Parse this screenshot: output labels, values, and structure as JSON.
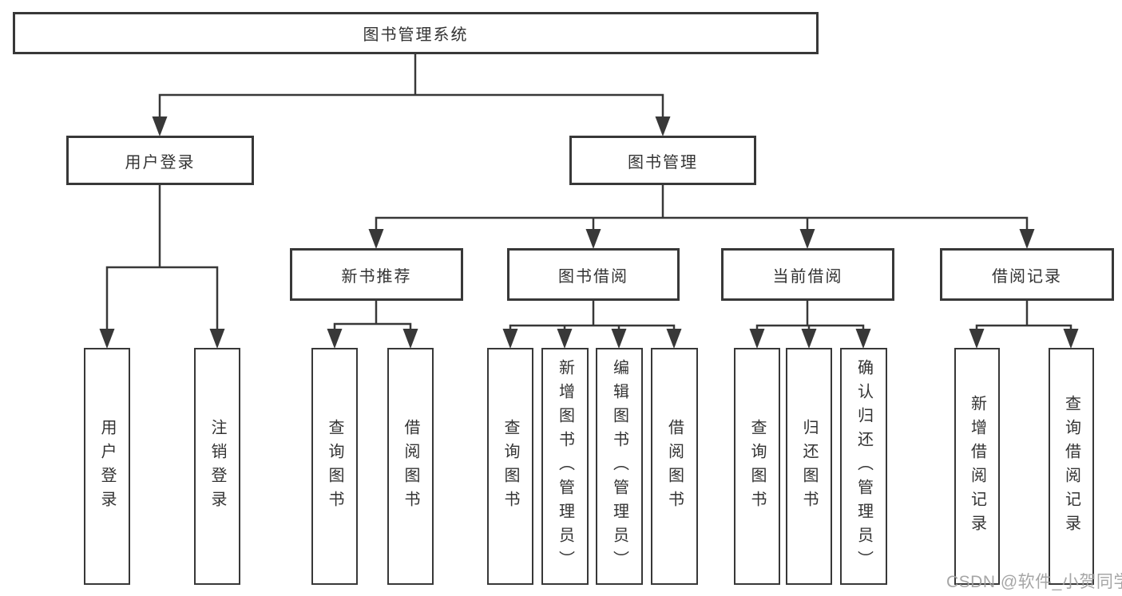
{
  "diagram": {
    "type": "hierarchy-diagram",
    "tree": {
      "root": {
        "label": "图书管理系统"
      },
      "branches": [
        {
          "label": "用户登录",
          "children": [
            "用户登录",
            "注销登录"
          ]
        },
        {
          "label": "图书管理",
          "sections": [
            {
              "label": "新书推荐",
              "children": [
                "查询图书",
                "借阅图书"
              ]
            },
            {
              "label": "图书借阅",
              "children": [
                "查询图书",
                "新增图书（管理员）",
                "编辑图书（管理员）",
                "借阅图书"
              ]
            },
            {
              "label": "当前借阅",
              "children": [
                "查询图书",
                "归还图书",
                "确认归还（管理员）"
              ]
            },
            {
              "label": "借阅记录",
              "children": [
                "新增借阅记录",
                "查询借阅记录"
              ]
            }
          ]
        }
      ]
    },
    "colors": {
      "line": "#383838",
      "box_border": "#383838",
      "box_fill": "#ffffff",
      "text": "#333333",
      "watermark": "#9e9e9e",
      "background": "#ffffff"
    }
  },
  "watermark": {
    "text": "CSDN @软件_小贺同学"
  }
}
